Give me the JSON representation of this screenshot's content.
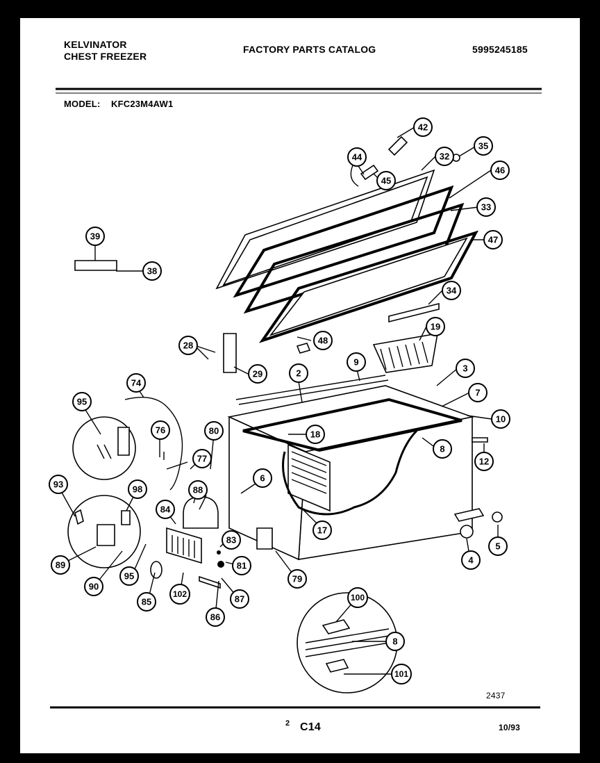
{
  "header": {
    "brand": "KELVINATOR",
    "product": "CHEST FREEZER",
    "catalog_title": "FACTORY PARTS CATALOG",
    "catalog_number": "5995245185",
    "model_label": "MODEL:",
    "model_number": "KFC23M4AW1"
  },
  "footer": {
    "drawing_number": "2437",
    "page_prefix": "2",
    "page_code": "C14",
    "date": "10/93"
  },
  "callouts": [
    "42",
    "44",
    "45",
    "32",
    "35",
    "46",
    "33",
    "47",
    "39",
    "38",
    "34",
    "19",
    "28",
    "29",
    "48",
    "2",
    "9",
    "3",
    "7",
    "10",
    "74",
    "95",
    "18",
    "8",
    "12",
    "76",
    "80",
    "77",
    "6",
    "93",
    "98",
    "88",
    "84",
    "83",
    "81",
    "17",
    "4",
    "5",
    "89",
    "90",
    "95",
    "85",
    "102",
    "86",
    "87",
    "79",
    "100",
    "8",
    "101"
  ]
}
